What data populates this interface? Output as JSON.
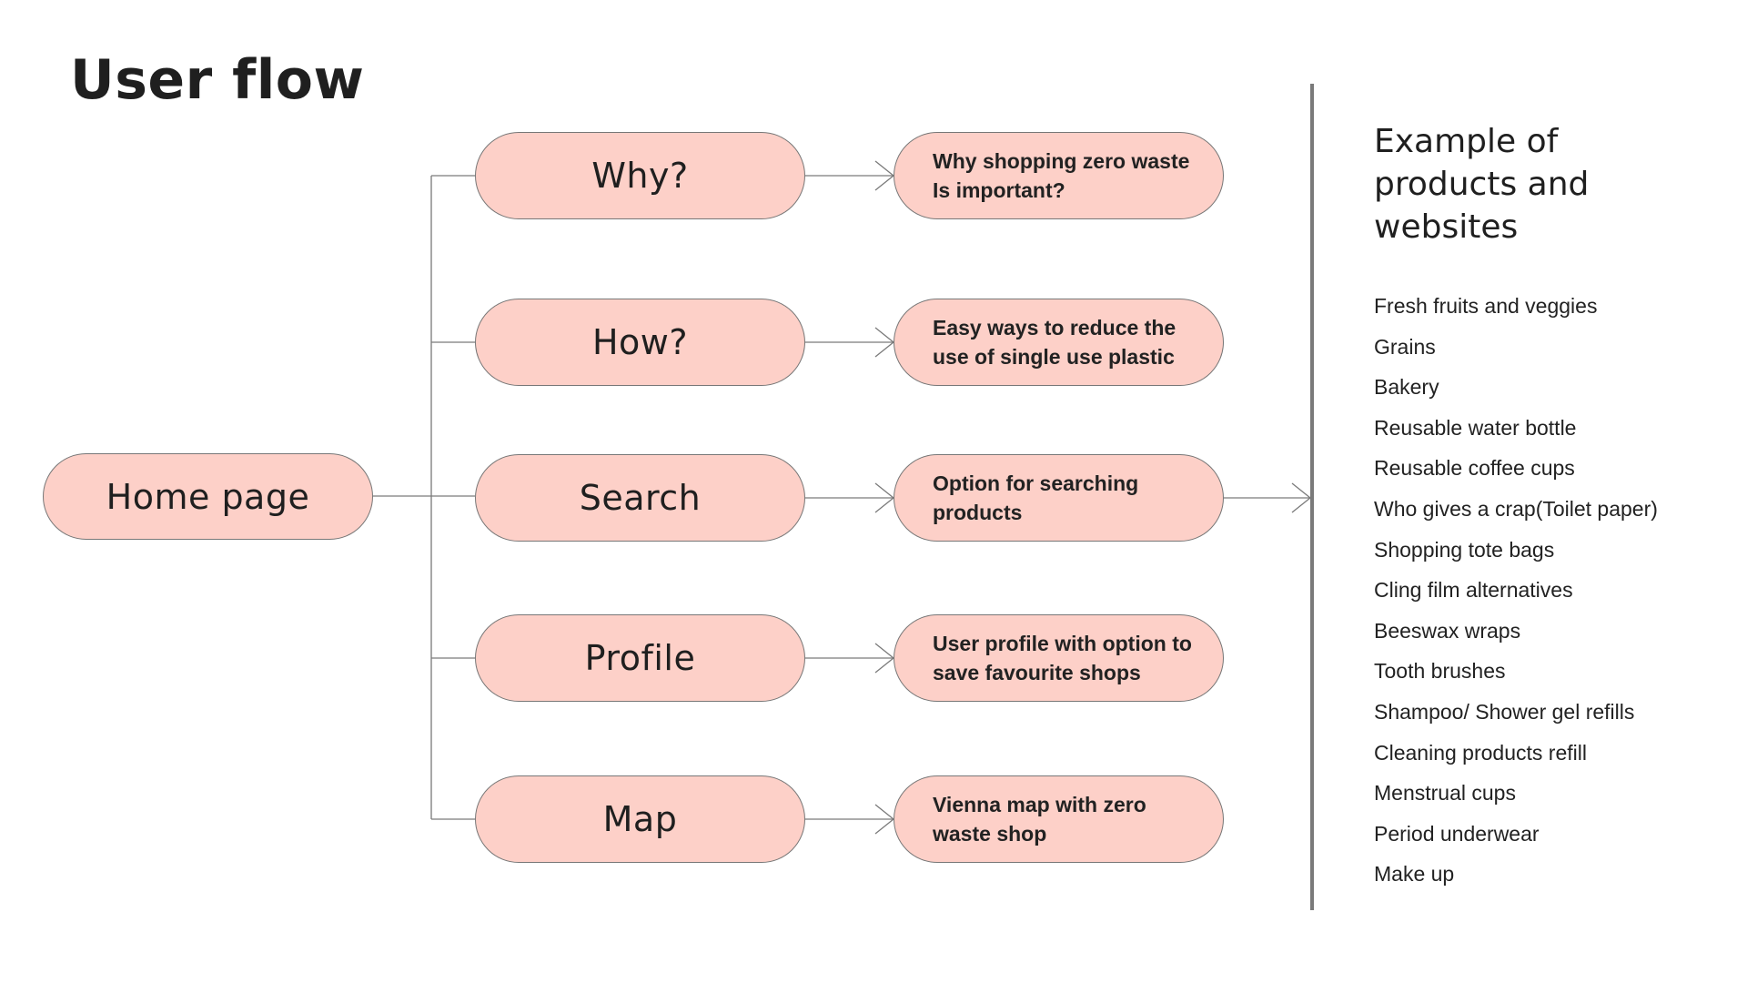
{
  "title": "User flow",
  "home": {
    "label": "Home page"
  },
  "branches": [
    {
      "label": "Why?",
      "description": "Why shopping zero waste Is important?"
    },
    {
      "label": "How?",
      "description": "Easy ways to reduce the use of single use plastic"
    },
    {
      "label": "Search",
      "description": "Option for searching products"
    },
    {
      "label": "Profile",
      "description": "User profile with option to save favourite shops"
    },
    {
      "label": "Map",
      "description": "Vienna map with zero waste shop"
    }
  ],
  "examples": {
    "title": "Example of products and websites",
    "items": [
      "Fresh fruits and veggies",
      "Grains",
      "Bakery",
      "Reusable water bottle",
      "Reusable coffee cups",
      "Who gives a crap(Toilet paper)",
      "Shopping tote bags",
      "Cling film alternatives",
      "Beeswax wraps",
      "Tooth brushes",
      "Shampoo/ Shower gel refills",
      "Cleaning products refill",
      "Menstrual cups",
      "Period underwear",
      "Make up"
    ]
  },
  "colors": {
    "pill_fill": "#fdd0c8",
    "pill_border": "#777777",
    "connector": "#7a7a7a",
    "text": "#1f1f1f"
  }
}
